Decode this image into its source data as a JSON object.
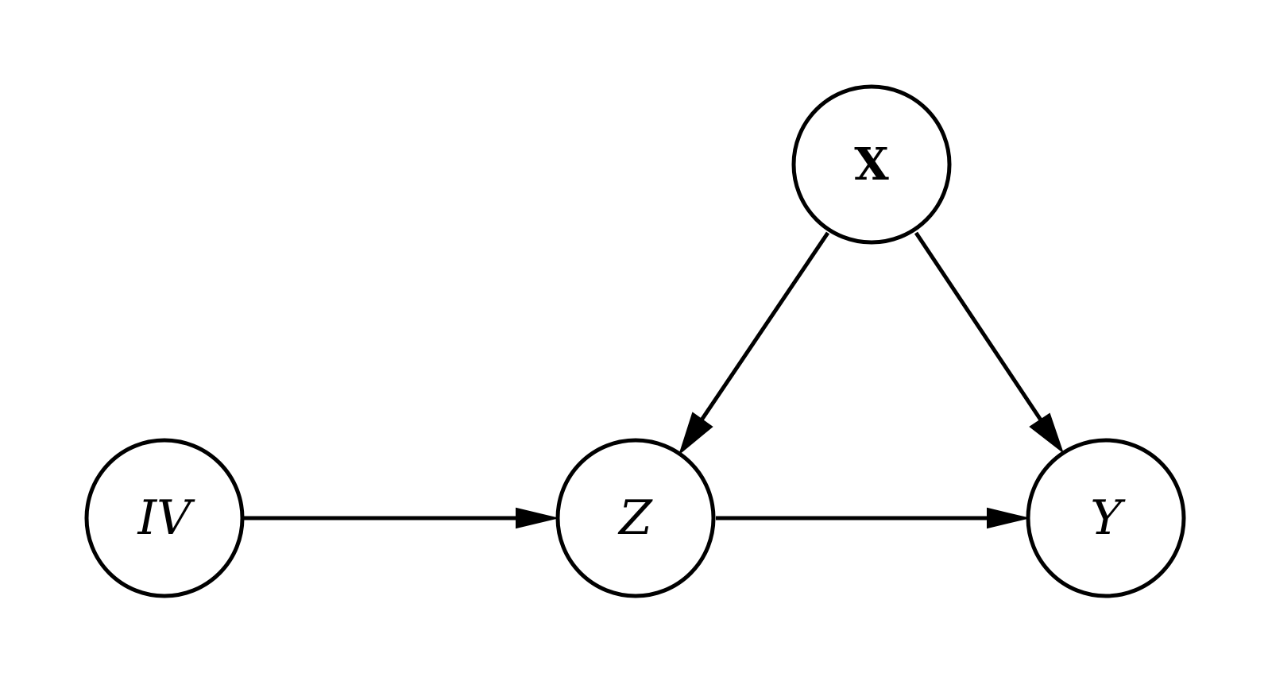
{
  "diagram": {
    "nodes": {
      "iv": {
        "label": "IV"
      },
      "z": {
        "label": "Z"
      },
      "x": {
        "label": "X"
      },
      "y": {
        "label": "Y"
      }
    },
    "edges": [
      {
        "from": "IV",
        "to": "Z"
      },
      {
        "from": "Z",
        "to": "Y"
      },
      {
        "from": "X",
        "to": "Z"
      },
      {
        "from": "X",
        "to": "Y"
      }
    ],
    "colors": {
      "stroke": "#000000",
      "fill": "#ffffff"
    }
  }
}
